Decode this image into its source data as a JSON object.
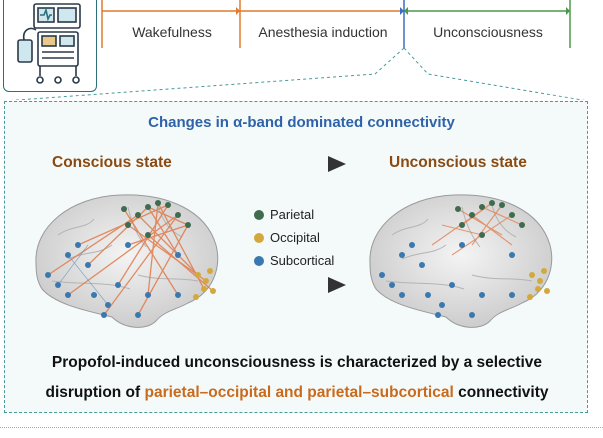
{
  "timeline": {
    "phases": [
      "Wakefulness",
      "Anesthesia induction",
      "Unconsciousness"
    ],
    "accent": "#e07a2c",
    "accent_green": "#4a9a4a",
    "accent_blue": "#3a6fc0"
  },
  "icon": {
    "name": "anesthesia-machine-icon"
  },
  "panel": {
    "title": "Changes in α-band dominated connectivity",
    "conscious_label": "Conscious state",
    "unconscious_label": "Unconscious state"
  },
  "legend": {
    "items": [
      {
        "label": "Parietal",
        "color": "#3f6b4f"
      },
      {
        "label": "Occipital",
        "color": "#d2a93a"
      },
      {
        "label": "Subcortical",
        "color": "#3a78b0"
      }
    ]
  },
  "summary": {
    "line1": "Propofol-induced unconsciousness is characterized by a selective",
    "line2_prefix": "disruption of ",
    "line2_highlight": "parietal–occipital and parietal–subcortical",
    "line2_suffix": " connectivity"
  },
  "colors": {
    "title_blue": "#2f62a8",
    "state_brown": "#8a4a12",
    "edge": "#e07a4a",
    "highlight": "#c96a1c"
  }
}
